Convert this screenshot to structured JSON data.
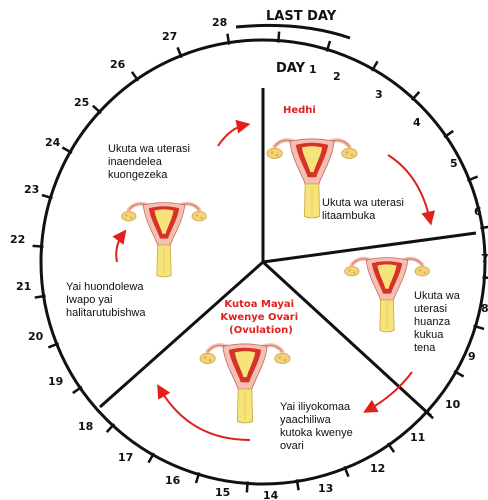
{
  "header": {
    "last_day": "LAST DAY",
    "day_one_prefix": "DAY",
    "day_one_number": "1"
  },
  "day_numbers": [
    "2",
    "3",
    "4",
    "5",
    "6",
    "7",
    "8",
    "9",
    "10",
    "11",
    "12",
    "13",
    "14",
    "15",
    "16",
    "17",
    "18",
    "19",
    "20",
    "21",
    "22",
    "23",
    "24",
    "25",
    "26",
    "27",
    "28"
  ],
  "titles": {
    "hedhi": "Hedhi",
    "ovulation_1": "Kutoa Mayai",
    "ovulation_2": "Kwenye Ovari",
    "ovulation_3": "(Ovulation)"
  },
  "captions": {
    "ukuta_litaambuka": [
      "Ukuta wa uterasi",
      "litaambuka"
    ],
    "ukuta_huanza": [
      "Ukuta wa",
      "uterasi",
      "huanza",
      "kukua",
      "tena"
    ],
    "yai_iliyokomaa": [
      "Yai iliyokomaa",
      "yaachiliwa",
      "kutoka kwenye",
      "ovari"
    ],
    "yai_huondolewa": [
      "Yai huondolewa",
      "Iwapo yai",
      "halitarutubishwa"
    ],
    "ukuta_inaendelea": [
      "Ukuta wa uterasi",
      "inaendelea",
      "kuongezeka"
    ]
  },
  "colors": {
    "uterus_outer": "#f4c0b2",
    "uterus_lining": "#d6322a",
    "uterus_inner": "#f6e37a",
    "ovary": "#f4d27a",
    "arrow": "#e0201b",
    "line": "#111111"
  }
}
